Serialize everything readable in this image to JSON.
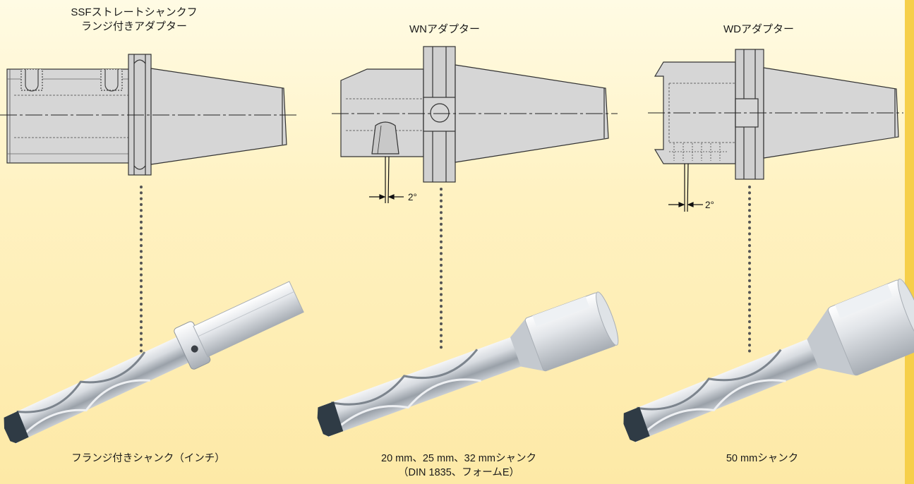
{
  "colors": {
    "background_top": "#fffbe4",
    "background_bottom": "#fde9a6",
    "side_stripe": "#f6cf4a",
    "adapter_fill": "#d6d6d6",
    "adapter_outline": "#333333",
    "drill_steel": "#cfd3d8",
    "insert_dark": "#2f3b45"
  },
  "adapters": [
    {
      "title_line1": "SSFストレートシャンクフ",
      "title_line2": "ランジ付きアダプター",
      "icon": "ssf-adapter-drawing"
    },
    {
      "title": "WNアダプター",
      "angle_label": "2°",
      "icon": "wn-adapter-drawing"
    },
    {
      "title": "WDアダプター",
      "angle_label": "2°",
      "icon": "wd-adapter-drawing"
    }
  ],
  "drills": [
    {
      "caption": "フランジ付きシャンク（インチ）",
      "icon": "flanged-shank-drill-photo"
    },
    {
      "caption_line1": "20 mm、25 mm、32 mmシャンク",
      "caption_line2": "（DIN 1835、フォームE）",
      "icon": "din-shank-drill-photo"
    },
    {
      "caption": "50 mmシャンク",
      "icon": "50mm-shank-drill-photo"
    }
  ]
}
